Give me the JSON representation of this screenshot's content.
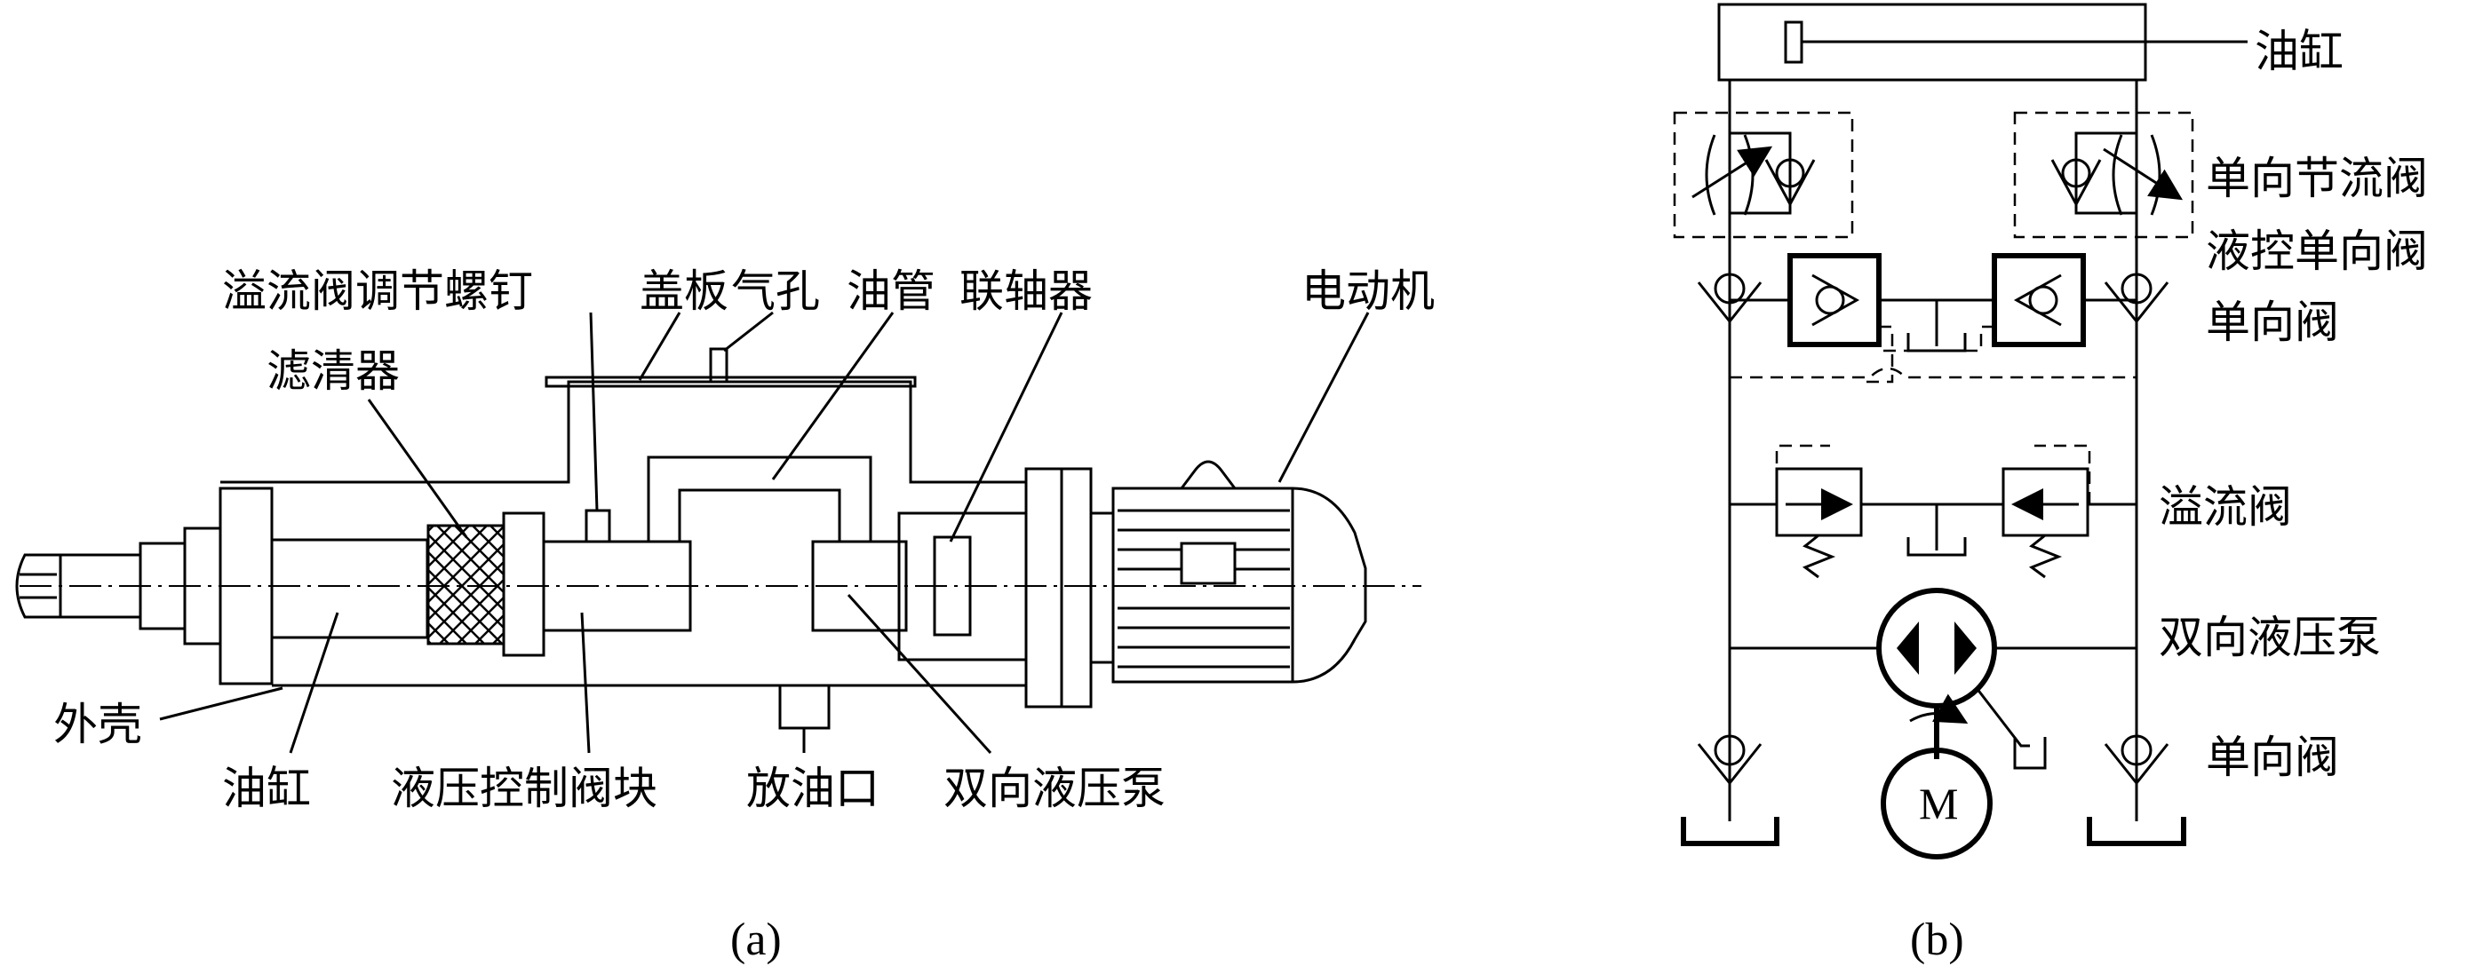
{
  "diagram_a": {
    "caption": "(a)",
    "labels": {
      "relief_screw": "溢流阀调节螺钉",
      "cover": "盖板",
      "air_hole": "气孔",
      "oil_pipe": "油管",
      "coupling": "联轴器",
      "motor": "电动机",
      "filter": "滤清器",
      "shell": "外壳",
      "cylinder": "油缸",
      "control_block": "液压控制阀块",
      "drain": "放油口",
      "pump": "双向液压泵"
    }
  },
  "diagram_b": {
    "caption": "(b)",
    "motor_symbol": "M",
    "labels": {
      "cylinder": "油缸",
      "throttle_check": "单向节流阀",
      "pilot_check": "液控单向阀",
      "check_upper": "单向阀",
      "relief": "溢流阀",
      "pump": "双向液压泵",
      "check_lower": "单向阀"
    }
  }
}
